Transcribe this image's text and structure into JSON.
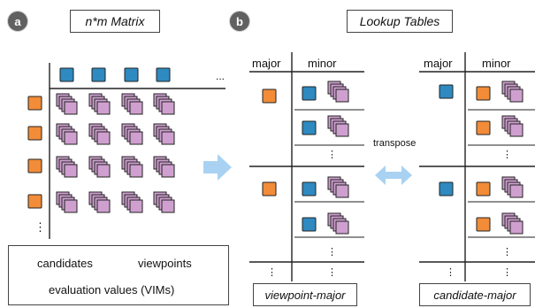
{
  "panel_a": {
    "badge": "a",
    "title": "n*m Matrix",
    "col_ellipsis": "...",
    "row_ellipsis": "⋮"
  },
  "panel_b": {
    "badge": "b",
    "title": "Lookup Tables",
    "transpose_label": "transpose",
    "left_table": {
      "header_major": "major",
      "header_minor": "minor",
      "caption": "viewpoint-major",
      "major_color": "#f28c38",
      "minor_color": "#2e8ac0"
    },
    "right_table": {
      "header_major": "major",
      "header_minor": "minor",
      "caption": "candidate-major",
      "major_color": "#2e8ac0",
      "minor_color": "#f28c38"
    },
    "dots": "⋮"
  },
  "legend": {
    "candidates_label": "candidates",
    "viewpoints_label": "viewpoints",
    "evaluation_label": "evaluation values (VIMs)"
  },
  "colors": {
    "candidate": "#2e8ac0",
    "viewpoint": "#f28c38",
    "vim": "#cfa0cf",
    "arrow": "#a9d2f2"
  },
  "icons": [
    "candidate-square-icon",
    "viewpoint-square-icon",
    "vim-stack-icon",
    "right-arrow-icon",
    "double-arrow-icon"
  ]
}
